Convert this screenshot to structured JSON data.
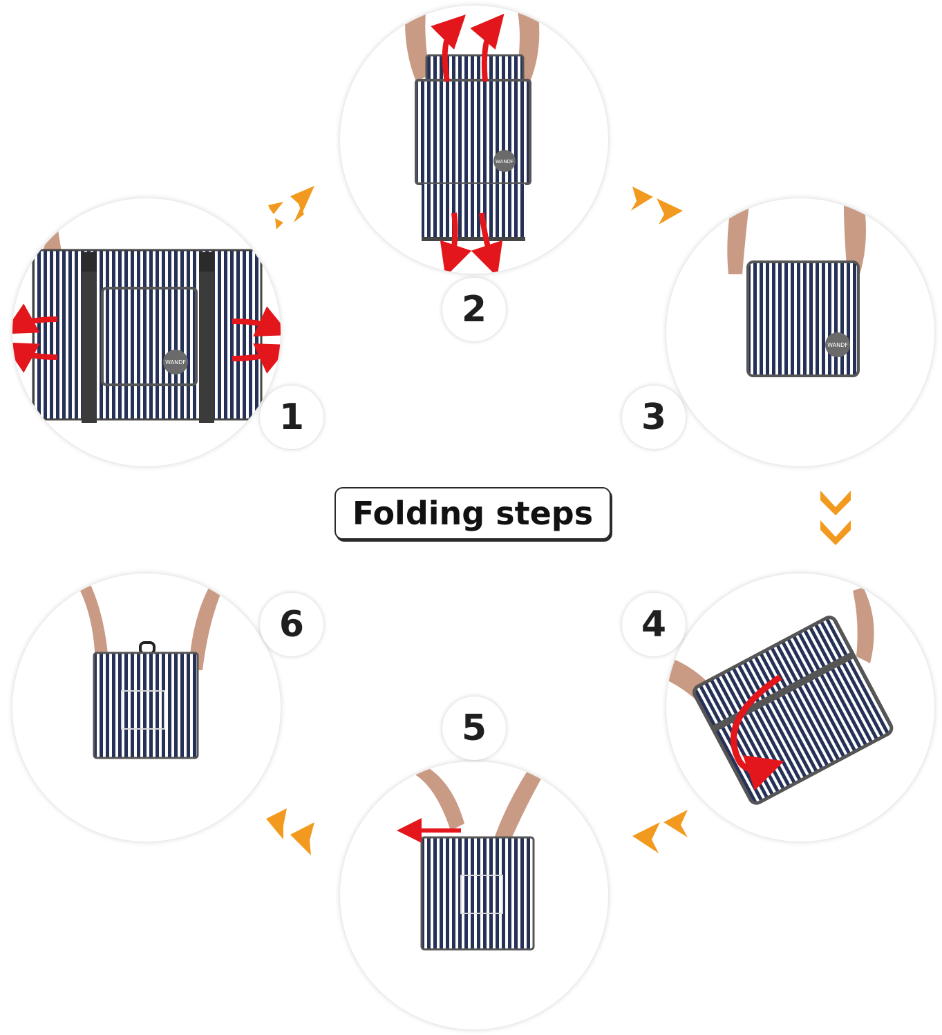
{
  "title": "Folding steps",
  "steps": [
    {
      "number": "1"
    },
    {
      "number": "2"
    },
    {
      "number": "3"
    },
    {
      "number": "4"
    },
    {
      "number": "5"
    },
    {
      "number": "6"
    }
  ],
  "bag_logo": "WANDF",
  "colors": {
    "accent_chevron": "#f29a1f",
    "arrow_red": "#e3161b",
    "stripe_navy": "#263158",
    "trim_gray": "#555555"
  }
}
